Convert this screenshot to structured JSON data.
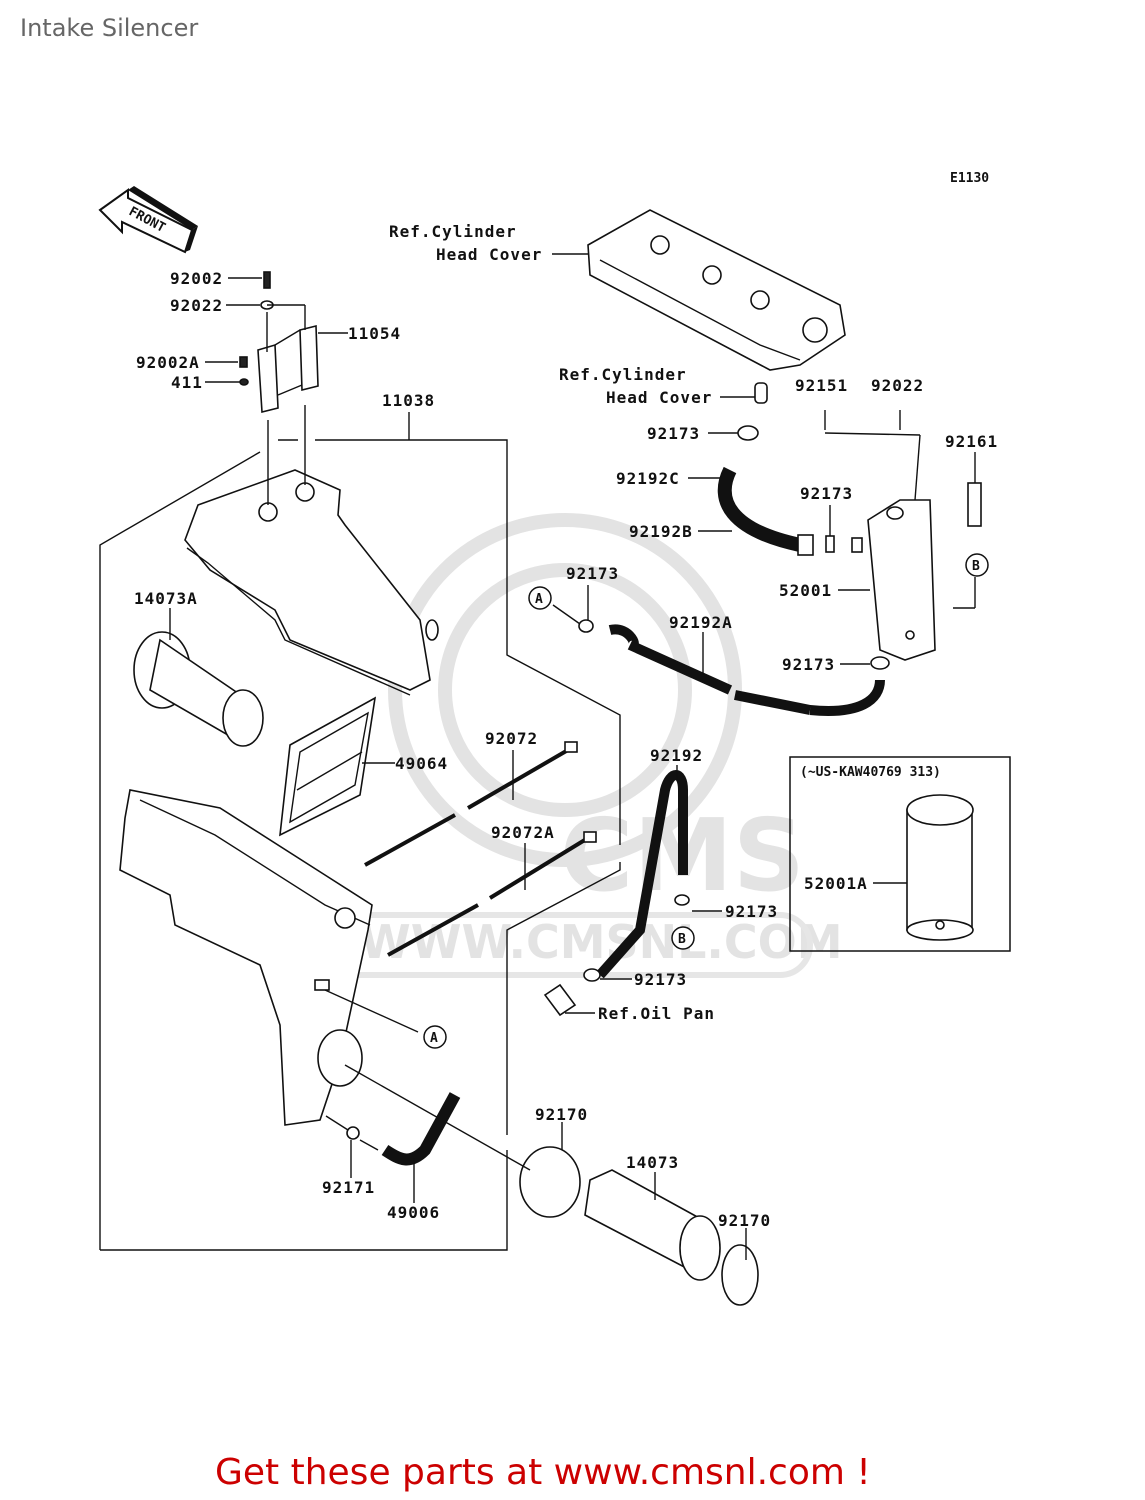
{
  "page": {
    "title": "Intake Silencer",
    "footer_link": "Get these parts at www.cmsnl.com !",
    "footer_color": "#cc0000"
  },
  "diagram": {
    "code": "E1130",
    "front_arrow": "FRONT",
    "watermark": {
      "logo": "CMS",
      "url": "WWW.CMSNL.COM"
    },
    "refs": {
      "cyl_head_cover_1_line1": "Ref.Cylinder",
      "cyl_head_cover_1_line2": "Head Cover",
      "cyl_head_cover_2_line1": "Ref.Cylinder",
      "cyl_head_cover_2_line2": "Head Cover",
      "oil_pan": "Ref.Oil Pan"
    },
    "markers": {
      "a": "A",
      "b": "B"
    },
    "inset": {
      "caption": "(~US-KAW40769 313)",
      "part": "52001A"
    },
    "parts": {
      "p92002": "92002",
      "p92022_top": "92022",
      "p11054": "11054",
      "p92002A": "92002A",
      "p411": "411",
      "p11038": "11038",
      "p14073A": "14073A",
      "p49064": "49064",
      "p92072": "92072",
      "p92072A": "92072A",
      "p92151": "92151",
      "p92022_right": "92022",
      "p92161": "92161",
      "p92173_a": "92173",
      "p92192C": "92192C",
      "p92192B": "92192B",
      "p92173_b": "92173",
      "p52001": "52001",
      "p92173_c": "92173",
      "p92192A": "92192A",
      "p92173_d": "92173",
      "p92192": "92192",
      "p92173_e": "92173",
      "p92173_f": "92173",
      "p92170_a": "92170",
      "p14073": "14073",
      "p92170_b": "92170",
      "p92171": "92171",
      "p49006": "49006"
    }
  }
}
